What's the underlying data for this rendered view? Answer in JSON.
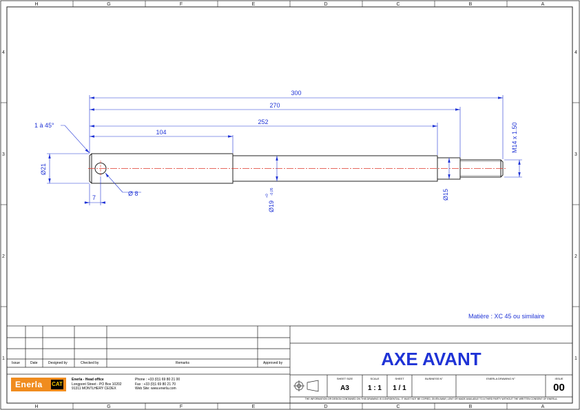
{
  "frame": {
    "col_letters_top": [
      "H",
      "G",
      "F",
      "E",
      "D",
      "C",
      "B",
      "A"
    ],
    "col_letters_bottom": [
      "H",
      "G",
      "F",
      "E",
      "D",
      "C",
      "B",
      "A"
    ],
    "row_numbers_left": [
      "4",
      "3",
      "2",
      "1"
    ],
    "row_numbers_right": [
      "4",
      "3",
      "2",
      "1"
    ]
  },
  "dimensions": {
    "d300": "300",
    "d270": "270",
    "d252": "252",
    "d104": "104",
    "chamfer": "1 à 45°",
    "dia21": "Ø21",
    "dia8": "Ø 8",
    "d7": "7",
    "dia19": "Ø19",
    "dia19_tol_upper": "+0",
    "dia19_tol_lower": "-0,05",
    "dia15": "Ø15",
    "thread": "M14 x 1.50"
  },
  "material": "Matière : XC 45 ou similaire",
  "title": "AXE AVANT",
  "revision_table": {
    "headers": [
      "Issue",
      "Date",
      "Designed by",
      "Checked by",
      "Remarks",
      "Approved by"
    ]
  },
  "company": {
    "logo_text": "Enerla",
    "logo_badge": "CAT",
    "office_title": "Enerla - Head office",
    "address1": "Longpont Street - PO Box 10202",
    "address2": "91311   MONTLHERY  CEDEX",
    "phone_label": "Phone : +33 (0)1 69 80 21 00",
    "fax_label": "Fax     : +33 (0)1 69 80 21 70",
    "web_label": "Web Site: www.enerla.com"
  },
  "cartouche": {
    "sheet_size_label": "SHEET SIZE",
    "sheet_size": "A3",
    "scale_label": "SCALE",
    "scale": "1 : 1",
    "sheet_label": "SHEET",
    "sheet": "1 / 1",
    "business_label": "BUSINESS N°",
    "drawing_label": "ENERLA DRAWING N°",
    "issue_label": "ISSUE",
    "issue": "00",
    "confidential": "THE INFORMATION OR DESIGN CONTAINED ON THIS DRAWING IS CONFIDENTIAL. IT MUST NOT BE COPIED, GIVEN AWAY, LENT OR MADE AVAILABLE TO A THIRD PARTY WITHOUT THE WRITTEN CONSENT OF ENERLA."
  },
  "colors": {
    "dim": "#1f33d6",
    "center": "#e0392b",
    "line": "#222222",
    "brand": "#f08c1e"
  }
}
